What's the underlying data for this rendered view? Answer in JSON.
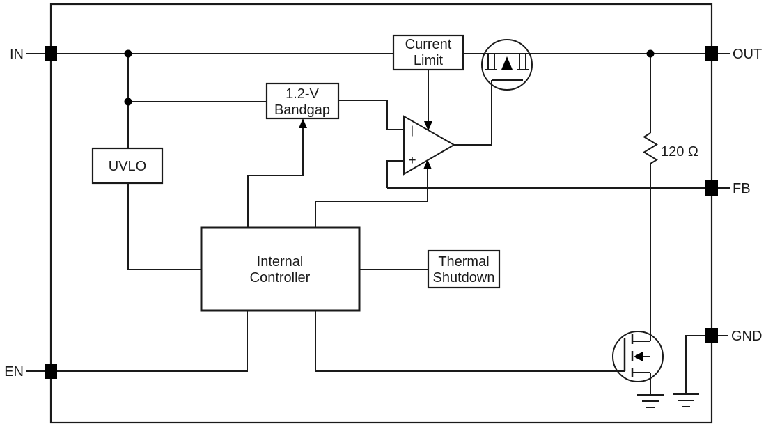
{
  "diagram": {
    "kind": "ldo-regulator-functional-block-diagram",
    "colors": {
      "background": "#ffffff",
      "line": "#1a1a1a",
      "solid_black": "#000000"
    },
    "pins": {
      "in": {
        "label": "IN"
      },
      "en": {
        "label": "EN"
      },
      "out": {
        "label": "OUT"
      },
      "fb": {
        "label": "FB"
      },
      "gnd": {
        "label": "GND"
      }
    },
    "blocks": {
      "current_limit": {
        "line1": "Current",
        "line2": "Limit"
      },
      "bandgap": {
        "line1": "1.2-V",
        "line2": "Bandgap"
      },
      "uvlo": {
        "label": "UVLO"
      },
      "internal_controller": {
        "line1": "Internal",
        "line2": "Controller"
      },
      "thermal_shutdown": {
        "line1": "Thermal",
        "line2": "Shutdown"
      }
    },
    "error_amplifier": {
      "inverting_marker": "|",
      "noninverting_marker": "+"
    },
    "resistor": {
      "value": "120 Ω"
    }
  }
}
